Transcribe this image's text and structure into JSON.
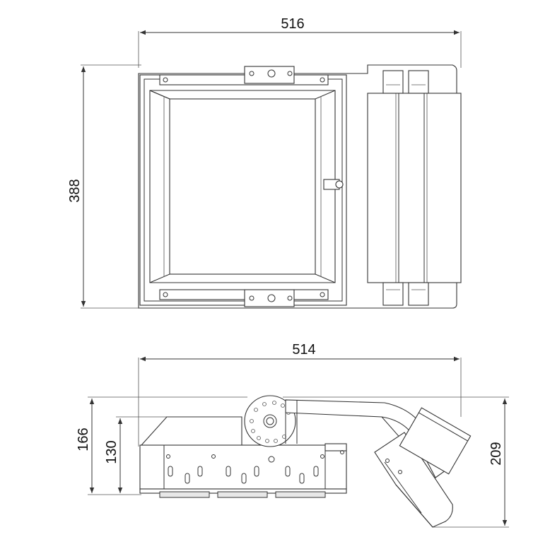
{
  "dimensions": {
    "top_width": "516",
    "top_height": "388",
    "side_width": "514",
    "side_height_outer": "166",
    "side_height_inner": "130",
    "side_height_total": "209"
  }
}
